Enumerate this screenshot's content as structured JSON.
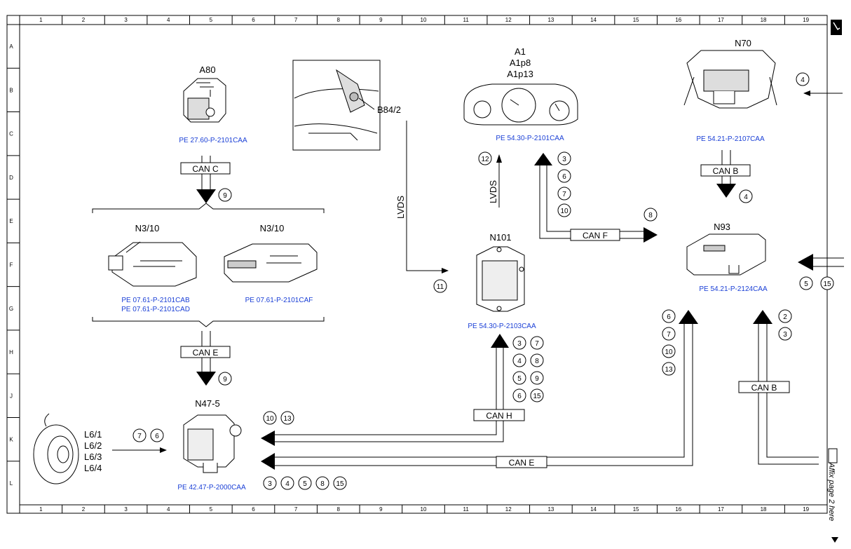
{
  "grid": {
    "columns": [
      "1",
      "2",
      "3",
      "4",
      "5",
      "6",
      "7",
      "8",
      "9",
      "10",
      "11",
      "12",
      "13",
      "14",
      "15",
      "16",
      "17",
      "18",
      "19"
    ],
    "rows": [
      "A",
      "B",
      "C",
      "D",
      "E",
      "F",
      "G",
      "H",
      "J",
      "K",
      "L"
    ]
  },
  "components": {
    "a80": {
      "name": "A80",
      "pe": "PE 27.60-P-2101CAA"
    },
    "b84": {
      "name": "B84/2"
    },
    "a1": {
      "name1": "A1",
      "name2": "A1p8",
      "name3": "A1p13",
      "pe": "PE 54.30-P-2101CAA"
    },
    "n70": {
      "name": "N70",
      "pe": "PE 54.21-P-2107CAA"
    },
    "n3_left": {
      "name": "N3/10",
      "pe1": "PE 07.61-P-2101CAB",
      "pe2": "PE 07.61-P-2101CAD"
    },
    "n3_right": {
      "name": "N3/10",
      "pe": "PE 07.61-P-2101CAF"
    },
    "n101": {
      "name": "N101",
      "pe": "PE 54.30-P-2103CAA"
    },
    "n93": {
      "name": "N93",
      "pe": "PE 54.21-P-2124CAA"
    },
    "n47": {
      "name": "N47-5",
      "pe": "PE 42.47-P-2000CAA"
    },
    "l6": {
      "l1": "L6/1",
      "l2": "L6/2",
      "l3": "L6/3",
      "l4": "L6/4"
    }
  },
  "buses": {
    "can_c": "CAN C",
    "can_e_top": "CAN E",
    "can_b_top": "CAN B",
    "can_f": "CAN F",
    "can_h": "CAN H",
    "can_e_bottom": "CAN E",
    "can_b_bottom": "CAN B",
    "lvds1": "LVDS",
    "lvds2": "LVDS"
  },
  "markers": {
    "m9a": "9",
    "m9b": "9",
    "m12": "12",
    "m3a": "3",
    "m6a": "6",
    "m7a": "7",
    "m10a": "10",
    "m4a": "4",
    "m4b": "4",
    "m8a": "8",
    "m11": "11",
    "m5a": "5",
    "m15a": "15",
    "m2": "2",
    "m3b": "3",
    "m6b": "6",
    "m7b": "7",
    "m10b": "10",
    "m13b": "13",
    "h3": "3",
    "h7": "7",
    "h4": "4",
    "h8": "8",
    "h5": "5",
    "h9": "9",
    "h6": "6",
    "h15": "15",
    "m10c": "10",
    "m13c": "13",
    "m7c": "7",
    "m6c": "6",
    "b3": "3",
    "b4": "4",
    "b5": "5",
    "b8": "8",
    "b15": "15"
  },
  "margin_note": "Affix page 2 here"
}
